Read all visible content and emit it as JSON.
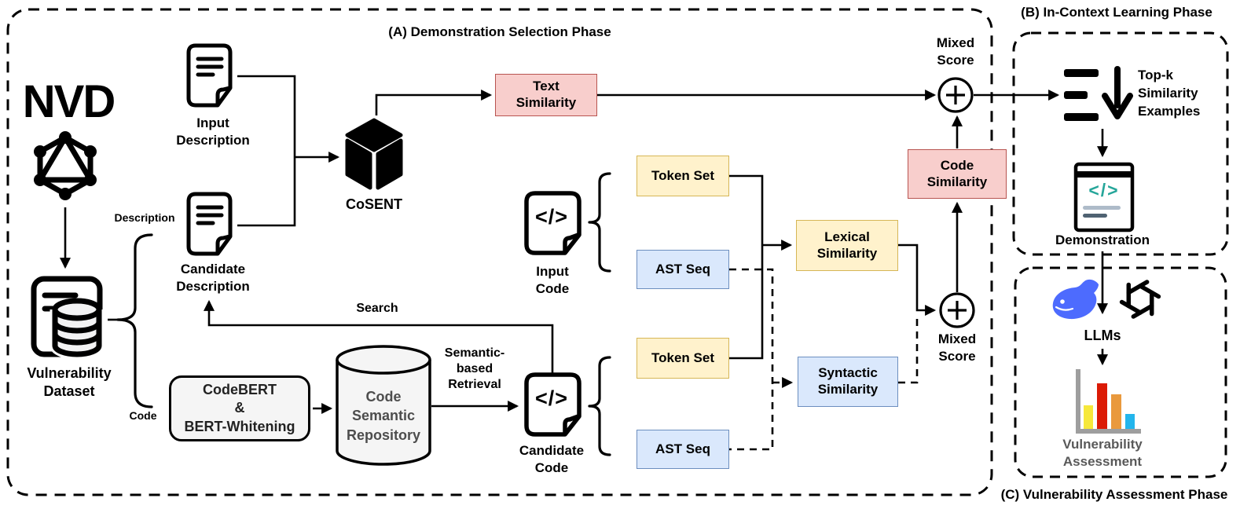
{
  "phases": {
    "a_label": "(A) Demonstration Selection Phase",
    "b_label": "(B) In-Context Learning Phase",
    "c_label": "(C) Vulnerability Assessment Phase"
  },
  "nodes": {
    "nvd_logo": "NVD",
    "vulnerability_dataset": "Vulnerability\nDataset",
    "description_tag": "Description",
    "code_tag": "Code",
    "input_description": "Input\nDescription",
    "candidate_description": "Candidate\nDescription",
    "cosent": "CoSENT",
    "text_similarity": "Text\nSimilarity",
    "codebert": "CodeBERT\n&\nBERT-Whitening",
    "code_semantic_repository": "Code\nSemantic\nRepository",
    "semantic_based_retrieval": "Semantic-\nbased\nRetrieval",
    "search": "Search",
    "input_code": "Input\nCode",
    "candidate_code": "Candidate\nCode",
    "code_glyph": "</>",
    "token_set_input": "Token Set",
    "ast_seq_input": "AST Seq",
    "token_set_candidate": "Token Set",
    "ast_seq_candidate": "AST Seq",
    "lexical_similarity": "Lexical\nSimilarity",
    "syntactic_similarity": "Syntactic\nSimilarity",
    "code_similarity": "Code\nSimilarity",
    "mixed_score_text": "Mixed\nScore",
    "mixed_score_code": "Mixed\nScore",
    "top_k_examples": "Top-k\nSimilarity\nExamples",
    "demonstration": "Demonstration",
    "llms": "LLMs",
    "vulnerability_assessment": "Vulnerability\nAssessment"
  },
  "icons": {
    "graphql_icon": "graphql-hexagon",
    "document_icon": "document-with-lines",
    "database_icon": "database-cylinder",
    "cube_icon": "3d-cube",
    "code_file_icon": "code-file",
    "plus_circle_icon": "circled-plus",
    "sort_icon": "sort-descending-arrow",
    "browser_code_icon": "browser-window-code",
    "whale_icon": "deepseek-whale",
    "openai_icon": "openai-knot",
    "bar_chart_icon": "bar-chart"
  },
  "colors": {
    "box_red_fill": "#F8CECC",
    "box_red_stroke": "#B85450",
    "box_yellow_fill": "#FFF2CC",
    "box_yellow_stroke": "#D6B656",
    "box_blue_fill": "#DAE8FC",
    "box_blue_stroke": "#6C8EBF",
    "box_gray_fill": "#F5F5F5",
    "deepseek_blue": "#4D6BFE",
    "code_teal": "#26A69A",
    "bar_yellow": "#F6E83B",
    "bar_red": "#DB1A05",
    "bar_orange": "#E9993D",
    "bar_blue": "#23B5EC",
    "axis_gray": "#9E9E9E",
    "line_black": "#000000"
  }
}
